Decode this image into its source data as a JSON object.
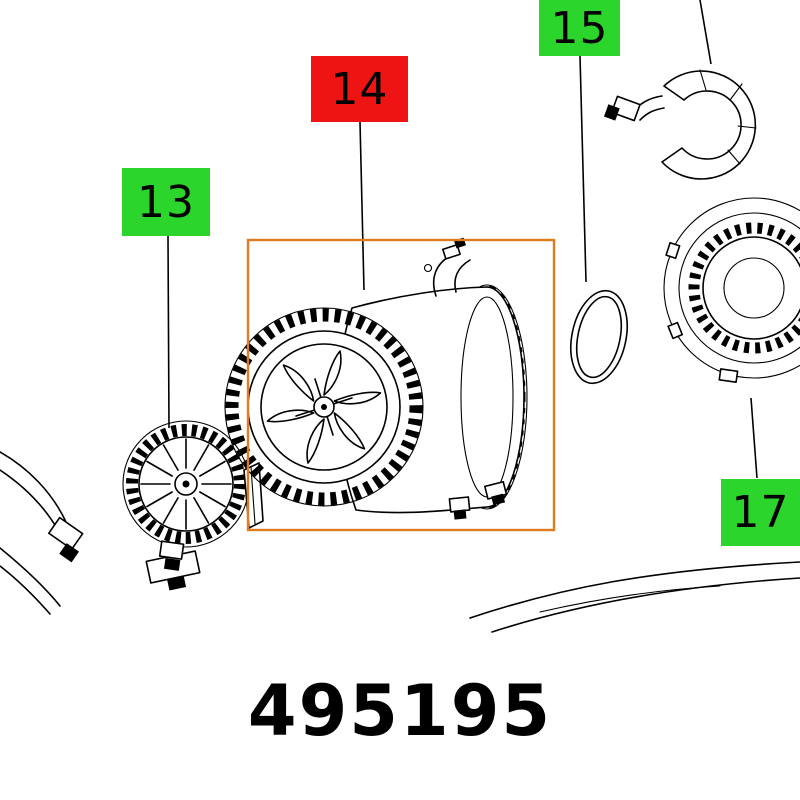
{
  "page": {
    "part_number": "495195",
    "background": "#ffffff"
  },
  "colors": {
    "callout_green": "#2bd52b",
    "callout_red": "#ee1414",
    "highlight_orange": "#e07b22",
    "line_black": "#000000",
    "page_bg": "#ffffff"
  },
  "callouts": {
    "c13": {
      "label": "13",
      "variant": "green"
    },
    "c14": {
      "label": "14",
      "variant": "red"
    },
    "c15": {
      "label": "15",
      "variant": "green"
    },
    "c17": {
      "label": "17",
      "variant": "green"
    }
  },
  "diagram": {
    "highlighted_part": "14",
    "parts": [
      "armature-fan",
      "motor-stator",
      "seal-ring",
      "bearing-bracket",
      "ring-gear-flange",
      "housing-shell",
      "lead-wires"
    ]
  }
}
